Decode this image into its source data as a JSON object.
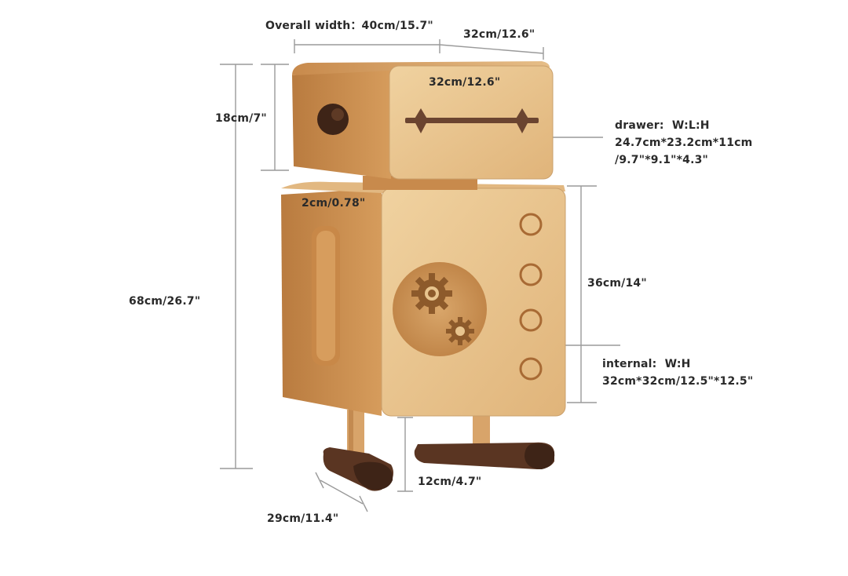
{
  "labels": {
    "overall_width": "Overall width：40cm/15.7\"",
    "top_depth": "32cm/12.6\"",
    "head_width": "32cm/12.6\"",
    "head_height": "18cm/7\"",
    "neck": "2cm/0.78\"",
    "total_height": "68cm/26.7\"",
    "body_height": "36cm/14\"",
    "leg_height": "12cm/4.7\"",
    "foot_depth": "29cm/11.4\"",
    "drawer": "drawer:  W:L:H\n24.7cm*23.2cm*11cm\n/9.7\"*9.1\"*4.3\"",
    "internal": "internal:  W:H\n32cm*32cm/12.5\"*12.5\""
  },
  "colors": {
    "wood_light": "#e8c48e",
    "wood_mid": "#d19b5f",
    "wood_dark": "#a86a34",
    "walnut": "#3e2417",
    "line": "#9a9a9a"
  },
  "icons": [
    "gear-icon",
    "circle-icon",
    "diamond-icon"
  ]
}
